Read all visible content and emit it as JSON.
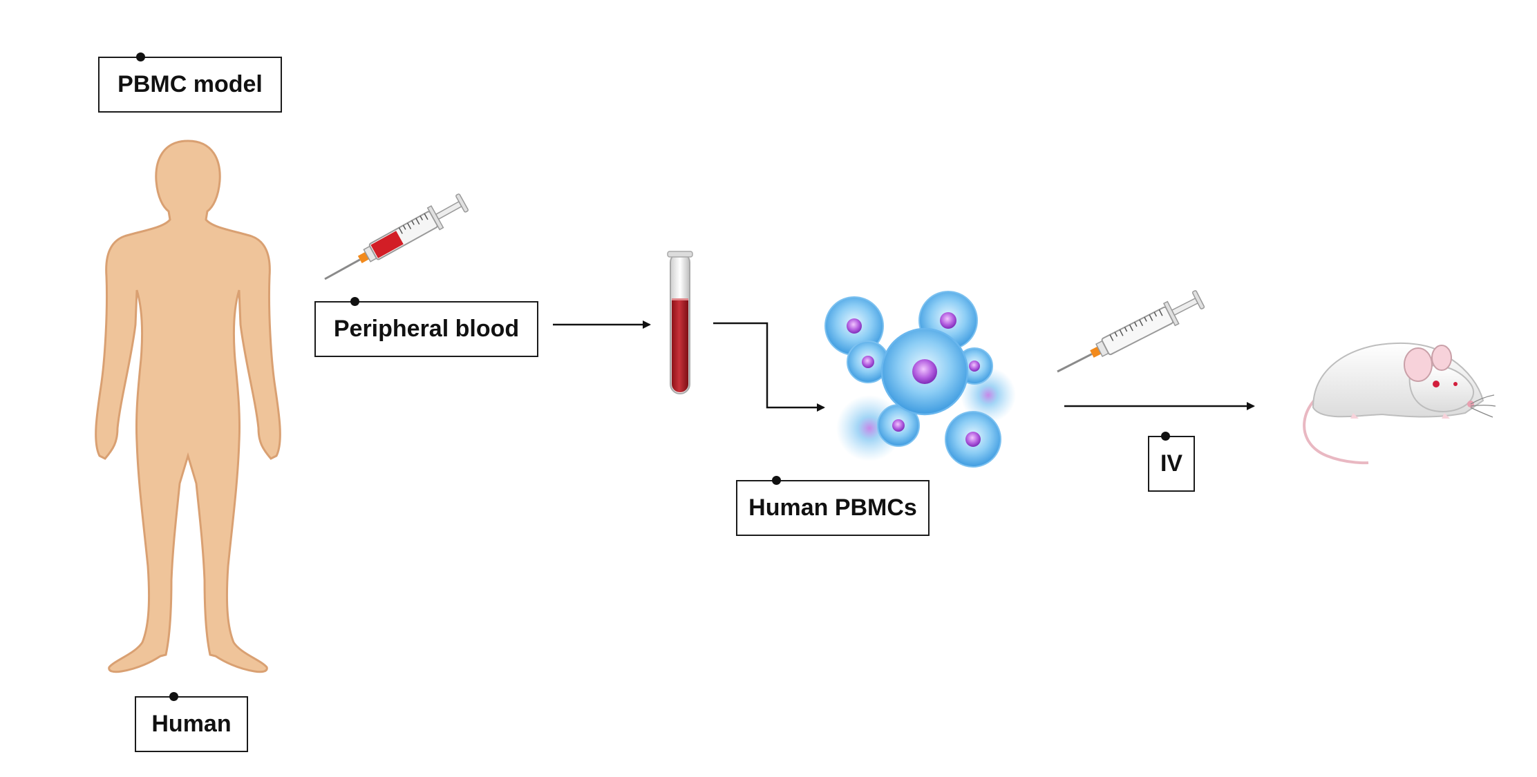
{
  "labels": {
    "model": "PBMC model",
    "human": "Human",
    "peripheral_blood": "Peripheral blood",
    "human_pbmcs": "Human PBMCs",
    "route": "IV"
  },
  "icons": [
    "human-body-icon",
    "blood-syringe-icon",
    "blood-tube-icon",
    "pbmc-cells-icon",
    "empty-syringe-icon",
    "mouse-icon"
  ],
  "colors": {
    "skin": "#EFC49A",
    "skin_outline": "#D9A072",
    "blood": "#B31E24",
    "cell_blue": "#5FB8F0",
    "nucleus_purple": "#A24BD6",
    "text": "#111111"
  }
}
